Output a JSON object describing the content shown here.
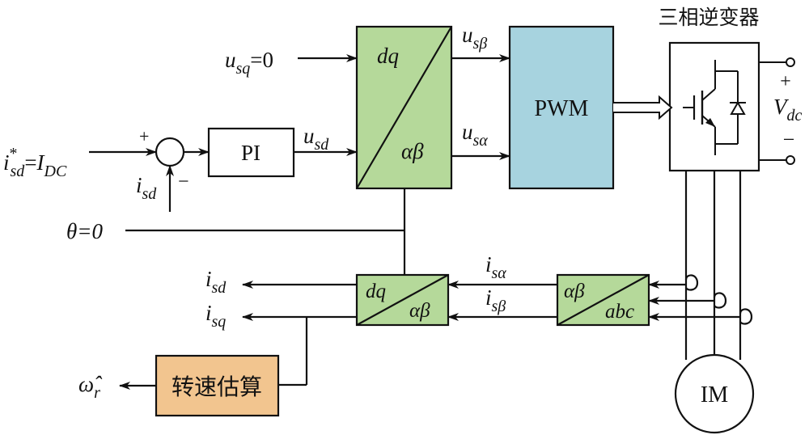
{
  "colors": {
    "transform_block": "#b5d99a",
    "pwm_block": "#a7d3df",
    "estimator_block": "#f2c58f",
    "line": "#111111"
  },
  "diagram": {
    "inverter_title": "三相逆变器",
    "blocks": {
      "pi": "PI",
      "park_top": "dq",
      "park_bottom": "αβ",
      "pwm": "PWM",
      "clarke_top": "αβ",
      "clarke_bottom": "abc",
      "inv_park_top": "dq",
      "inv_park_bottom": "αβ",
      "estimator": "转速估算",
      "motor": "IM"
    },
    "signals": {
      "usq_main": "u",
      "usq_sub": "sq",
      "usq_rhs": "=0",
      "isd_ref_main": "i",
      "isd_ref_sup": "*",
      "isd_ref_sub": "sd",
      "isd_ref_eq": "=",
      "isd_ref_rhs_main": "I",
      "isd_ref_rhs_sub": "DC",
      "sum_plus": "+",
      "sum_minus": "−",
      "isd_fb_main": "i",
      "isd_fb_sub": "sd",
      "usd_main": "u",
      "usd_sub": "sd",
      "usbeta_main": "u",
      "usbeta_sub": "sβ",
      "usalpha_main": "u",
      "usalpha_sub": "sα",
      "theta": "θ=0",
      "isalpha_main": "i",
      "isalpha_sub": "sα",
      "isbeta_main": "i",
      "isbeta_sub": "sβ",
      "isd_out_main": "i",
      "isd_out_sub": "sd",
      "isq_out_main": "i",
      "isq_out_sub": "sq",
      "omega_main": "ω̂",
      "omega_sub": "r",
      "vdc_plus": "+",
      "vdc_main": "V",
      "vdc_sub": "dc",
      "vdc_minus": "−"
    }
  }
}
